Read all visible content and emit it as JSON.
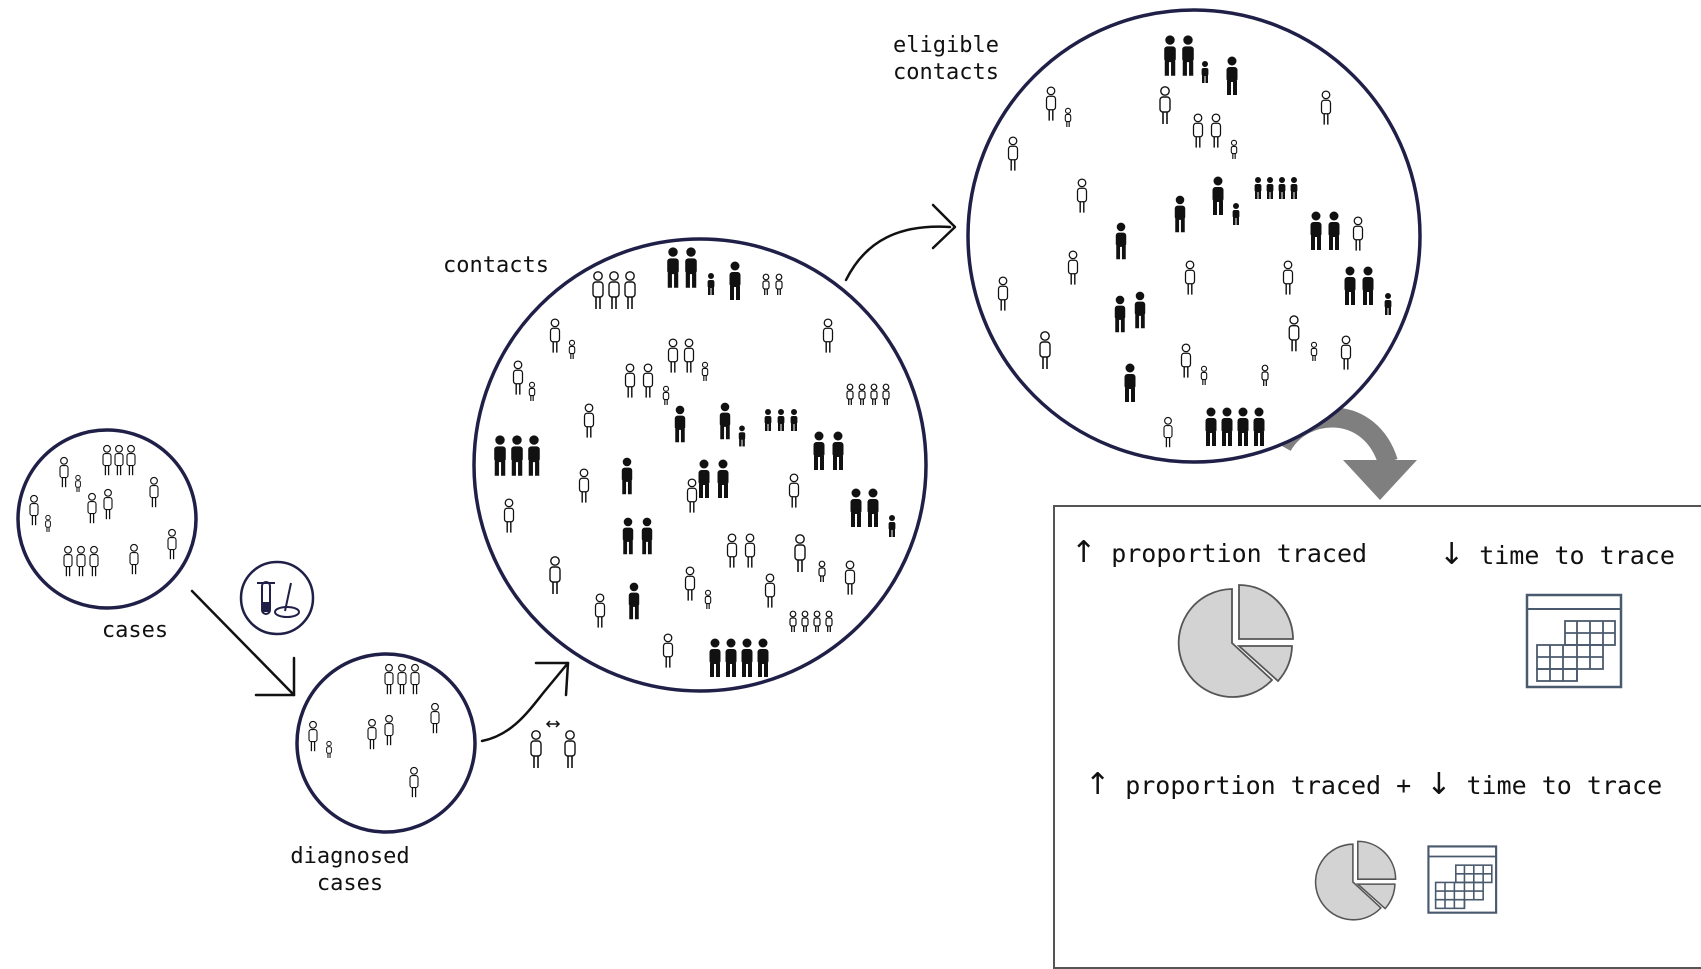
{
  "labels": {
    "cases": "cases",
    "diagnosed_line1": "diagnosed",
    "diagnosed_line2": "cases",
    "contacts": "contacts",
    "eligible_line1": "eligible",
    "eligible_line2": "contacts"
  },
  "outcomes": {
    "up_arrow": "↑",
    "down_arrow": "↓",
    "proportion_traced": "proportion traced",
    "time_to_trace": "time to trace",
    "plus": "+"
  },
  "icons": {
    "people": "person-icon",
    "test": "test-tube-icon",
    "pie": "pie-chart-icon",
    "calendar": "calendar-icon"
  },
  "colors": {
    "circle_stroke": "#1f1f47",
    "pie_fill": "#d3d3d3",
    "calendar_stroke": "#4a5a6e",
    "chevron": "#7f7f7f"
  }
}
